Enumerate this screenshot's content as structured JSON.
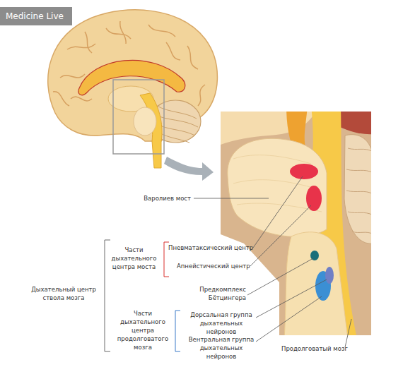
{
  "diagram": {
    "labels": [
      "Medicine Live",
      "Варолиев мост",
      "Части дыхательного центра моста",
      "Пневматаксический центр",
      "Апнейстический центр",
      "Дыхательный центр ствола мозга",
      "Предкомплекс Бётцингера",
      "Части дыхательного центра продолговатого мозга",
      "Дорсальная группа дыхательных нейронов",
      "Вентральная группа дыхательных нейронов",
      "Продолговатый мозг"
    ]
  }
}
